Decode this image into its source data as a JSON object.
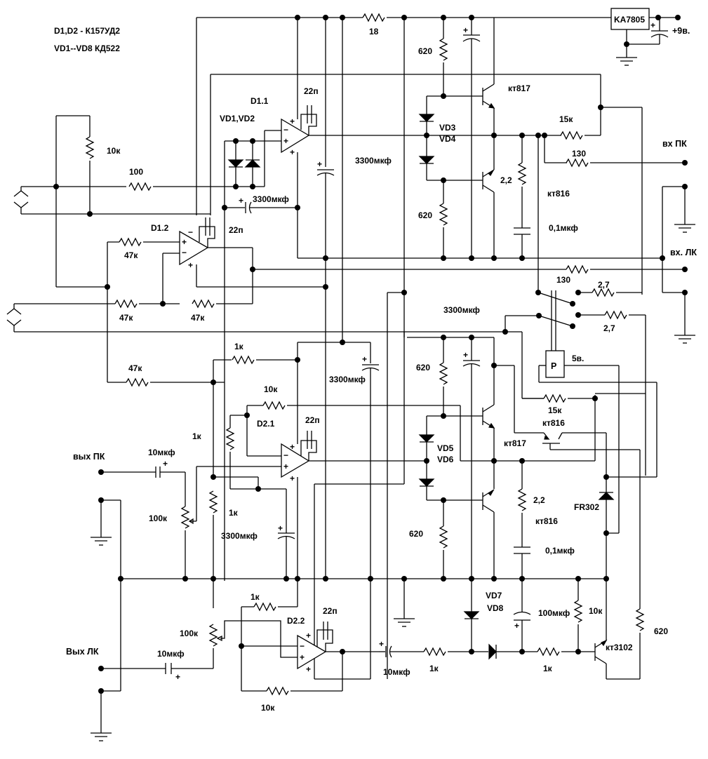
{
  "notes": {
    "opamps": "D1,D2 - К157УД2",
    "diodes": "VD1--VD8 КД522"
  },
  "power": {
    "regulator": "KA7805",
    "supply": "+9в.",
    "relay_voltage": "5в."
  },
  "connectors": {
    "in_right": "вх ПК",
    "in_left": "вх. ЛК",
    "out_right": "вых ПК",
    "out_left": "Вых ЛК"
  },
  "components": {
    "r_18": "18",
    "r_620_a": "620",
    "r_620_b": "620",
    "r_620_c": "620",
    "r_620_d": "620",
    "r_620_e": "620",
    "r_10k_in": "10к",
    "r_100_in": "100",
    "d1_1": "D1.1",
    "vd1_vd2": "VD1,VD2",
    "c_22p_a": "22п",
    "c_22p_b": "22п",
    "c_22p_c": "22п",
    "c_22p_d": "22п",
    "c_3300_a": "3300мкф",
    "c_3300_b": "3300мкф",
    "c_3300_c": "3300мкф",
    "c_3300_d": "3300мкф",
    "c_3300_e": "3300мкф",
    "d1_2": "D1.2",
    "r_47k_a": "47к",
    "r_47k_b": "47к",
    "r_47k_c": "47к",
    "r_47k_d": "47к",
    "q_kt817_a": "кт817",
    "q_kt816_a": "кт816",
    "q_kt817_b": "кт817",
    "q_kt816_b": "кт816",
    "q_kt816_c": "кт816",
    "vd3": "VD3",
    "vd4": "VD4",
    "vd5": "VD5",
    "vd6": "VD6",
    "vd7": "VD7",
    "vd8": "VD8",
    "r_15k_a": "15к",
    "r_15k_b": "15к",
    "r_130_a": "130",
    "r_130_b": "130",
    "r_2_2_a": "2,2",
    "r_2_2_b": "2,2",
    "c_0_1_a": "0,1мкф",
    "c_0_1_b": "0,1мкф",
    "r_2_7_a": "2,7",
    "r_2_7_b": "2,7",
    "relay": "P",
    "r_1k_a": "1к",
    "r_1k_b": "1к",
    "r_1k_c": "1к",
    "r_1k_d": "1к",
    "r_1k_e": "1к",
    "r_1k_f": "1к",
    "r_10k_a": "10к",
    "r_10k_b": "10к",
    "r_10k_c": "10к",
    "d2_1": "D2.1",
    "d2_2": "D2.2",
    "c_10u_a": "10мкф",
    "c_10u_b": "10мкф",
    "c_10u_c": "10мкф",
    "pot_100k_a": "100к",
    "pot_100k_b": "100к",
    "fr302": "FR302",
    "c_100u": "100мкф",
    "q_kt3102": "кт3102"
  },
  "symbols": {
    "plus": "+",
    "minus": "−"
  }
}
